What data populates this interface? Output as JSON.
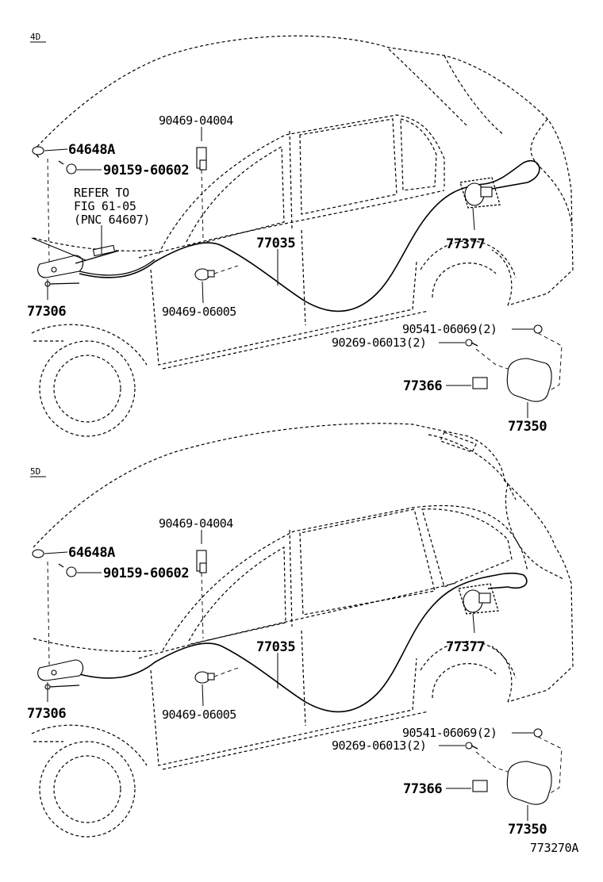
{
  "figure_code": "773270A",
  "sections": [
    {
      "variant": "4D",
      "callouts": {
        "p_64648A": "64648A",
        "p_90159": "90159-60602",
        "p_90469a": "90469-04004",
        "p_77306": "77306",
        "p_90469b": "90469-06005",
        "p_77035": "77035",
        "p_77377": "77377",
        "p_90541": "90541-06069(2)",
        "p_90269": "90269-06013(2)",
        "p_77366": "77366",
        "p_77350": "77350"
      },
      "refer_note": [
        "REFER TO",
        "FIG 61-05",
        "(PNC 64607)"
      ]
    },
    {
      "variant": "5D",
      "callouts": {
        "p_64648A": "64648A",
        "p_90159": "90159-60602",
        "p_90469a": "90469-04004",
        "p_77306": "77306",
        "p_90469b": "90469-06005",
        "p_77035": "77035",
        "p_77377": "77377",
        "p_90541": "90541-06069(2)",
        "p_90269": "90269-06013(2)",
        "p_77366": "77366",
        "p_77350": "77350"
      }
    }
  ]
}
